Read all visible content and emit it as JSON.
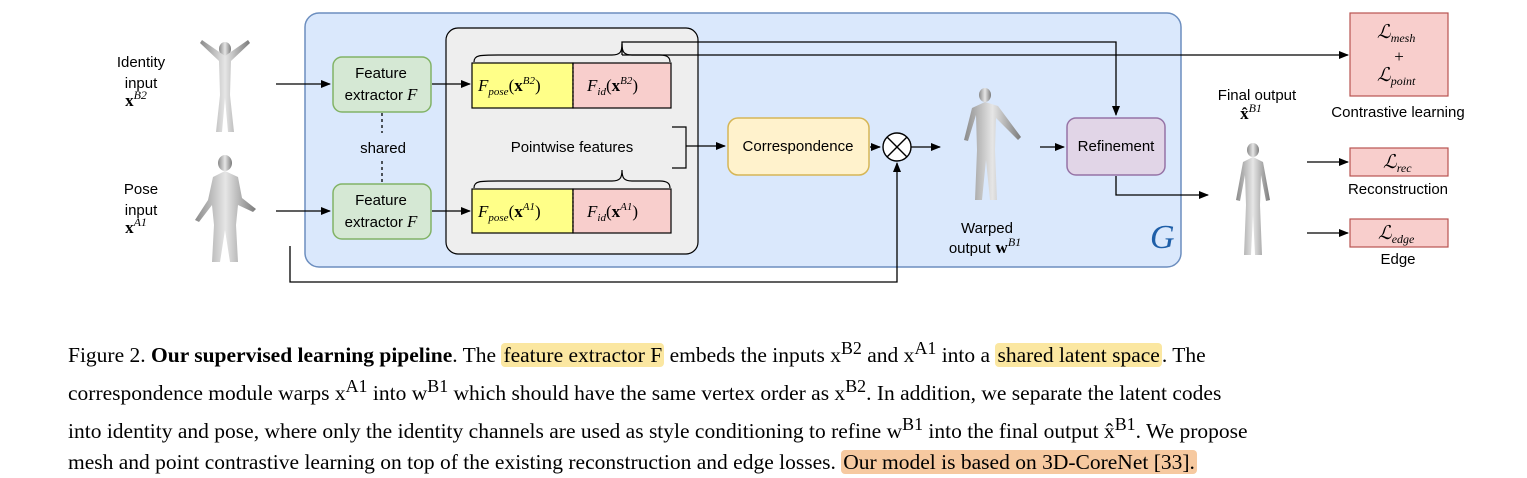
{
  "diagram": {
    "identity_input": {
      "line1": "Identity",
      "line2": "input",
      "symbol": "x",
      "sup": "B2"
    },
    "pose_input": {
      "line1": "Pose",
      "line2": "input",
      "symbol": "x",
      "sup": "A1"
    },
    "feature_extractor_top": {
      "line1": "Feature",
      "line2": "extractor",
      "sym": "F"
    },
    "feature_extractor_bottom": {
      "line1": "Feature",
      "line2": "extractor",
      "sym": "F"
    },
    "shared_label": "shared",
    "pointwise_label": "Pointwise features",
    "fpose_top": {
      "f": "F",
      "sub": "pose",
      "arg": "x",
      "sup": "B2"
    },
    "fid_top": {
      "f": "F",
      "sub": "id",
      "arg": "x",
      "sup": "B2"
    },
    "fpose_bottom": {
      "f": "F",
      "sub": "pose",
      "arg": "x",
      "sup": "A1"
    },
    "fid_bottom": {
      "f": "F",
      "sub": "id",
      "arg": "x",
      "sup": "A1"
    },
    "correspondence_label": "Correspondence",
    "warped": {
      "line1": "Warped",
      "line2": "output",
      "symbol": "w",
      "sup": "B1"
    },
    "refinement_label": "Refinement",
    "generator_label": "G",
    "final_output": {
      "line1": "Final output",
      "symbol": "x̂",
      "sup": "B1"
    },
    "loss_contrastive": {
      "top": "mesh",
      "plus": "+",
      "bottom": "point",
      "label": "Contrastive learning"
    },
    "loss_rec": {
      "sub": "rec",
      "label": "Reconstruction"
    },
    "loss_edge": {
      "sub": "edge",
      "label": "Edge"
    },
    "colors": {
      "generator_bg": "#dae8fc",
      "generator_border": "#6c8ebf",
      "extractor_bg": "#d5e8d4",
      "extractor_border": "#82b366",
      "pose_feat": "#ffff88",
      "id_feat": "#f8cecc",
      "correspondence_bg": "#fff2cc",
      "correspondence_border": "#d6b656",
      "refinement_bg": "#e1d5e7",
      "refinement_border": "#9673a6",
      "loss_bg": "#f8cecc",
      "loss_border": "#b85450",
      "pointwise_bg": "#eeeeee"
    }
  },
  "caption": {
    "label": "Figure 2.",
    "title": "Our supervised learning pipeline",
    "line1": {
      "a": ". The ",
      "h1": "feature extractor F",
      "b": " embeds the inputs x",
      "s1": "B2",
      "c": " and x",
      "s2": "A1",
      "d": " into a ",
      "h2": "shared latent space",
      "e": ". The"
    },
    "line2": {
      "a": "correspondence module warps x",
      "s1": "A1",
      "b": " into w",
      "s2": "B1",
      "c": " which should have the same vertex order as x",
      "s3": "B2",
      "d": ". In addition, we separate the latent codes"
    },
    "line3": {
      "a": "into identity and pose, where only the identity channels are used as style conditioning to refine w",
      "s1": "B1",
      "b": " into the final output x̂",
      "s2": "B1",
      "c": ". We propose"
    },
    "line4": {
      "a": "mesh and point contrastive learning on top of the existing reconstruction and edge losses. ",
      "h1": "Our model is based on 3D-CoreNet [33]."
    }
  }
}
